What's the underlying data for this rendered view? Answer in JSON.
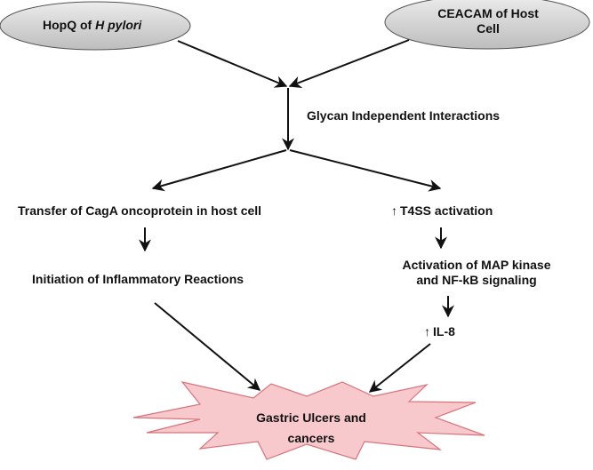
{
  "nodes": {
    "hopq": {
      "prefix": "HopQ of ",
      "italic": "H pylori"
    },
    "ceacam": {
      "line1": "CEACAM of Host",
      "line2": "Cell"
    },
    "glycan": "Glycan Independent Interactions",
    "caga": "Transfer of CagA oncoprotein in host cell",
    "inflammation": "Initiation of Inflammatory Reactions",
    "t4ss": "T4SS activation",
    "map_kinase": {
      "line1": "Activation of MAP kinase",
      "line2": "and NF-kB signaling"
    },
    "il8": "IL-8",
    "gastric": {
      "line1": "Gastric Ulcers and",
      "line2": "cancers"
    }
  },
  "symbols": {
    "up_arrow": "↑"
  },
  "colors": {
    "ellipse_fill": "#d0d0d0",
    "ellipse_stroke": "#555555",
    "star_fill": "#f7c9cc",
    "star_stroke": "#d8737a",
    "arrow": "#111111"
  }
}
